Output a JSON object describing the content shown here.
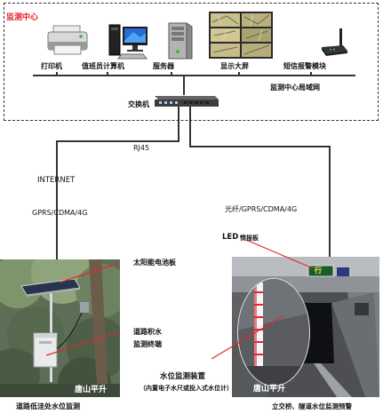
{
  "monitor_center": {
    "title": "监测中心",
    "lan_label": "监测中心局域网",
    "devices": [
      {
        "id": "printer",
        "label": "打印机",
        "icon": "printer-icon"
      },
      {
        "id": "duty-pc",
        "label": "值班员计算机",
        "icon": "desktop-computer-icon"
      },
      {
        "id": "server",
        "label": "服务器",
        "icon": "server-tower-icon"
      },
      {
        "id": "display",
        "label": "显示大屏",
        "icon": "video-wall-icon"
      },
      {
        "id": "sms",
        "label": "短信报警模块",
        "icon": "sms-alarm-modem-icon"
      }
    ]
  },
  "switch": {
    "label": "交换机",
    "icon": "network-switch-icon"
  },
  "links": {
    "rj45": "RJ45",
    "internet": "INTERNET",
    "left_wireless": "GPRS/CDMA/4G",
    "right_wireless": "光纤/GPRS/CDMA/4G"
  },
  "left_site": {
    "caption": "道路低洼处水位监测",
    "watermark": "唐山平升",
    "callouts": {
      "solar": "太阳能电池板",
      "terminal_line1": "道路积水",
      "terminal_line2": "监测终端"
    }
  },
  "right_site": {
    "caption": "立交桥、隧道水位监测预警",
    "watermark": "唐山平升",
    "led_label": "LED",
    "led_sub": "情报板",
    "sign_text": "行",
    "water_device": "水位监测装置",
    "water_device_note": "（内置电子水尺或投入式水位计）"
  },
  "colors": {
    "callout": "#e3262d",
    "frame": "#333333"
  }
}
